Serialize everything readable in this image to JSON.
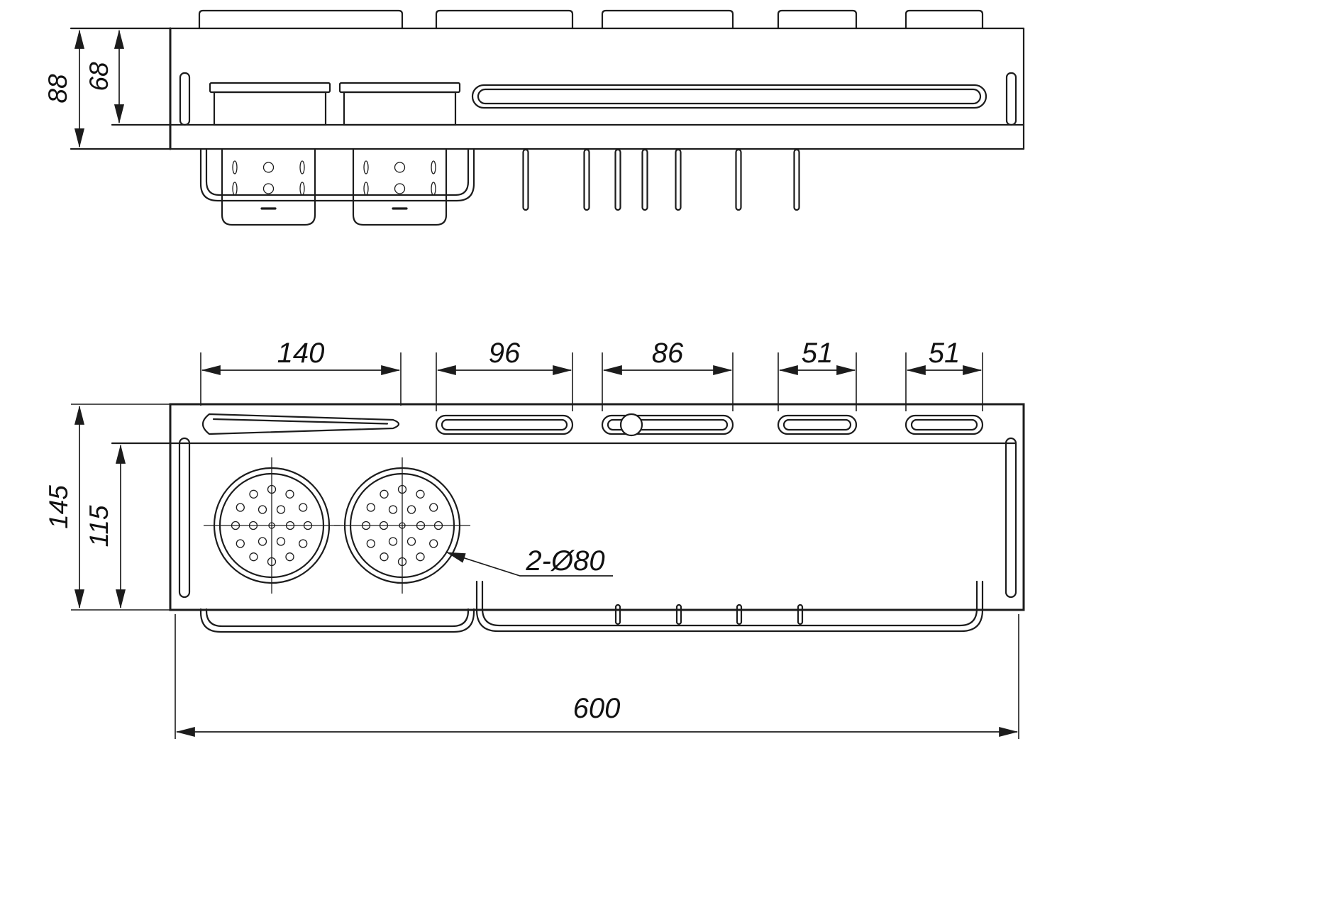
{
  "page": {
    "background": "#ffffff",
    "ink": "#1c1c1c",
    "kind": "technical dimension drawing, two orthographic views of a wall-mounted kitchen rack"
  },
  "views": {
    "front": {
      "dims": {
        "overall_height": "88",
        "inner_height": "68"
      }
    },
    "plan": {
      "dims": {
        "knife_slot_width": "140",
        "slot2_width": "96",
        "slot3_width": "86",
        "slot4_width": "51",
        "slot5_width": "51",
        "overall_depth": "145",
        "inner_depth": "115",
        "overall_width": "600"
      },
      "callouts": {
        "holes": "2-Ø80"
      }
    }
  }
}
